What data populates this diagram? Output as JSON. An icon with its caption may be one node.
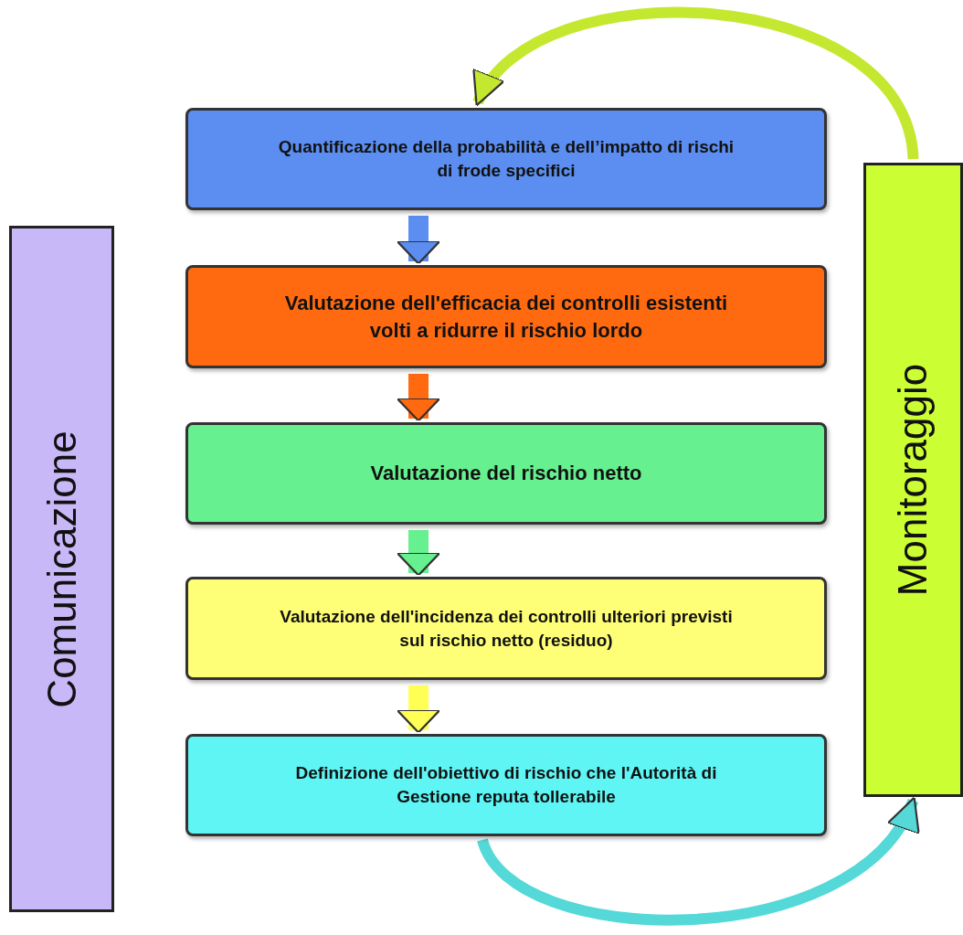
{
  "diagram": {
    "nodes": [
      {
        "text": [
          "Quantificazione della probabilità e dell’impatto di rischi di frode specifici"
        ]
      },
      {
        "text": [
          "Valutazione dell'efficacia dei controlli esistenti volti a ridurre il rischio lordo"
        ]
      },
      {
        "text": [
          "Valutazione del rischio netto"
        ]
      },
      {
        "text": [
          "Valutazione dell'incidenza dei controlli ulteriori previsti sul rischio netto (residuo)"
        ]
      },
      {
        "text": [
          "Definizione dell'obiettivo di rischio che l'Autorità di Gestione reputa tollerabile"
        ]
      },
      {
        "text": [
          "Comunicazione"
        ]
      },
      {
        "text": [
          "Monitoraggio"
        ]
      }
    ],
    "edges": [
      {
        "from": 0,
        "to": 1,
        "arrow": "to",
        "color": "#5b8ef0"
      },
      {
        "from": 1,
        "to": 2,
        "arrow": "to",
        "color": "#ff6a10"
      },
      {
        "from": 2,
        "to": 3,
        "arrow": "to",
        "color": "#66f08f"
      },
      {
        "from": 3,
        "to": 4,
        "arrow": "to",
        "color": "#ffff55"
      },
      {
        "from": 4,
        "to": 6,
        "arrow": "to",
        "color": "#55d8d8"
      },
      {
        "from": 6,
        "to": 0,
        "arrow": "to",
        "color": "#c4e830"
      }
    ]
  }
}
